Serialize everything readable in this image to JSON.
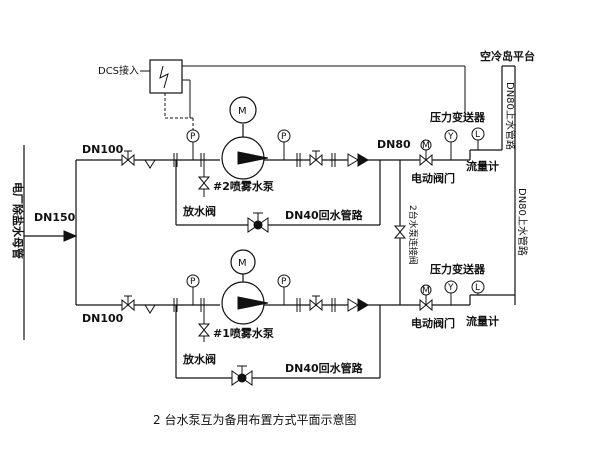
{
  "labels": {
    "dcs": "DCS接入",
    "platform": "空冷岛平台",
    "dn80_up_top": "DN80上水管路",
    "dn80_up_mid": "DN80上水管路",
    "dn80": "DN80",
    "dn100_top": "DN100",
    "dn100_bottom": "DN100",
    "dn150": "DN150",
    "source": "电厂除盐水母管",
    "pump2": "#2喷雾水泵",
    "pump1": "#1喷雾水泵",
    "drain_top": "放水阀",
    "drain_bottom": "放水阀",
    "return_top": "DN40回水管路",
    "return_bottom": "DN40回水管路",
    "valve_top": "电动阀门",
    "valve_bottom": "电动阀门",
    "pressure_top": "压力变送器",
    "pressure_bottom": "压力变送器",
    "flow_top": "流量计",
    "flow_bottom": "流量计",
    "link_valve": "2台水泵连接阀",
    "caption": "2 台水泵互为备用布置方式平面示意图",
    "gauge_p": "P",
    "motor_m": "M",
    "valve_m": "M",
    "trans_y": "Y",
    "trans_l": "L"
  }
}
